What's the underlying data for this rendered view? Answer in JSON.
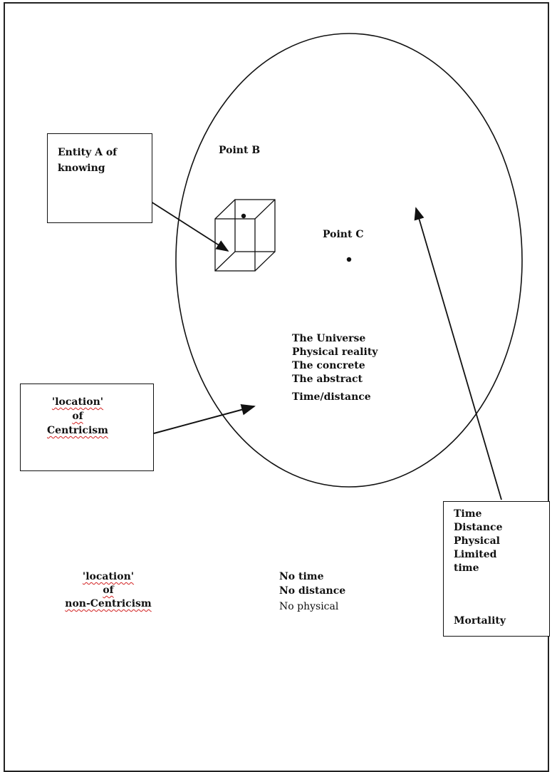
{
  "entity_box": {
    "line1": "Entity A of",
    "line2": "knowing"
  },
  "points": {
    "b": "Point B",
    "c": "Point C"
  },
  "universe": [
    "The Universe",
    "Physical reality",
    "The concrete",
    "The abstract",
    "Time/distance"
  ],
  "centricism_box": {
    "line1": "'location'",
    "line2": "of",
    "line3": "Centricism"
  },
  "mortality_box": {
    "lines": [
      "Time",
      "Distance",
      "Physical",
      "Limited",
      "time"
    ],
    "last": "Mortality"
  },
  "non_centricism": {
    "line1": "'location'",
    "line2": "of",
    "line3": "non-Centricism"
  },
  "outside": {
    "line1": "No time",
    "line2": "No distance",
    "line3": "No physical"
  }
}
